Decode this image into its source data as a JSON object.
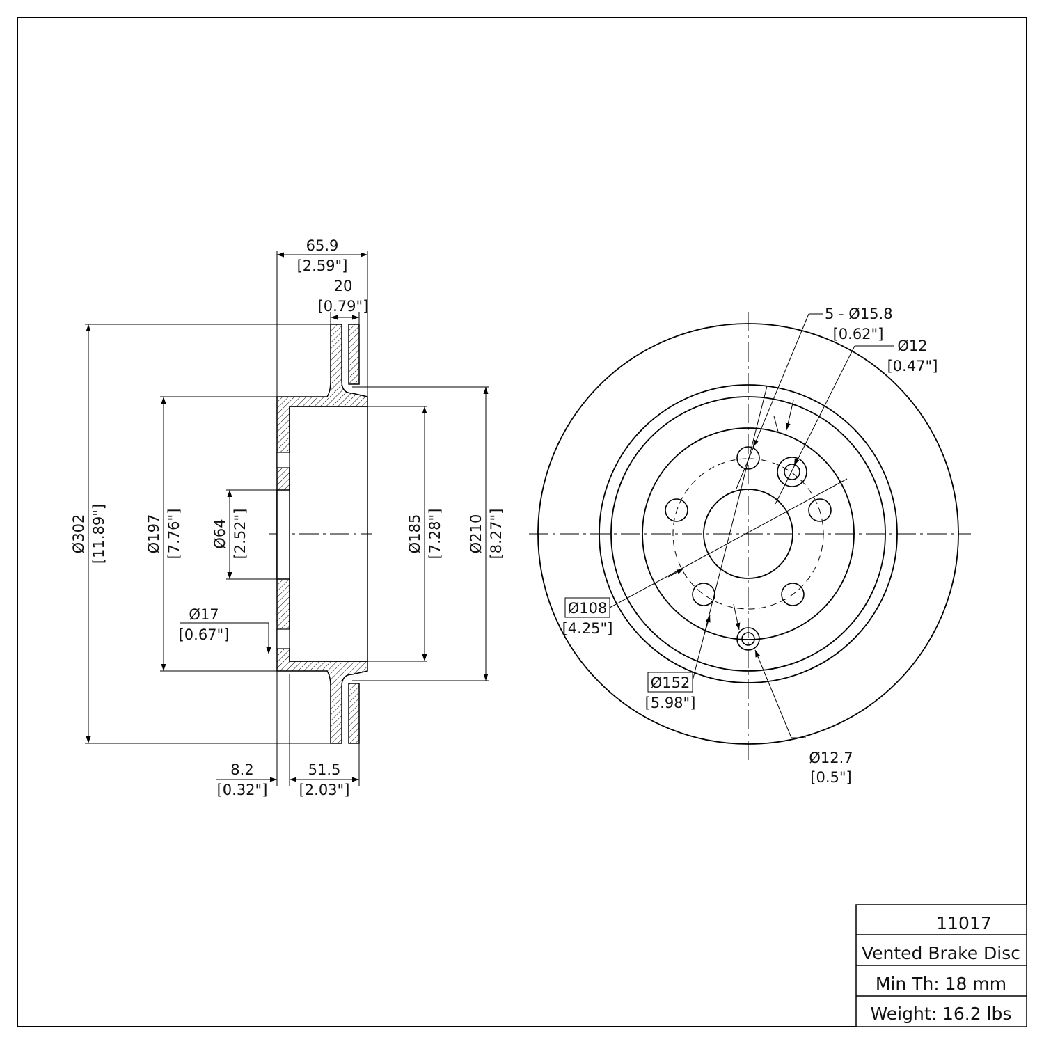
{
  "side_view": {
    "overall_width": {
      "mm": "65.9",
      "in": "[2.59\"]"
    },
    "rotor_thickness": {
      "mm": "20",
      "in": "[0.79\"]"
    },
    "outer_diameter": {
      "mm": "Ø302",
      "in": "[11.89\"]"
    },
    "hat_outer_diameter": {
      "mm": "Ø197",
      "in": "[7.76\"]"
    },
    "center_bore": {
      "mm": "Ø64",
      "in": "[2.52\"]"
    },
    "inner_diameter": {
      "mm": "Ø185",
      "in": "[7.28\"]"
    },
    "vane_diameter": {
      "mm": "Ø210",
      "in": "[8.27\"]"
    },
    "stud_hole": {
      "mm": "Ø17",
      "in": "[0.67\"]"
    },
    "hat_thickness": {
      "mm": "8.2",
      "in": "[0.32\"]"
    },
    "hat_height": {
      "mm": "51.5",
      "in": "[2.03\"]"
    }
  },
  "front_view": {
    "bolt_holes": {
      "mm": "5 - Ø15.8",
      "in": "[0.62\"]"
    },
    "threaded_hole": {
      "mm": "Ø12",
      "in": "[0.47\"]"
    },
    "bolt_circle": {
      "mm": "Ø108",
      "in": "[4.25\"]"
    },
    "hat_diameter": {
      "mm": "Ø152",
      "in": "[5.98\"]"
    },
    "locating_hole": {
      "mm": "Ø12.7",
      "in": "[0.5\"]"
    }
  },
  "title_block": {
    "part_number": "11017",
    "description": "Vented Brake Disc",
    "min_thickness": "Min Th: 18 mm",
    "weight": "Weight: 16.2 lbs"
  }
}
